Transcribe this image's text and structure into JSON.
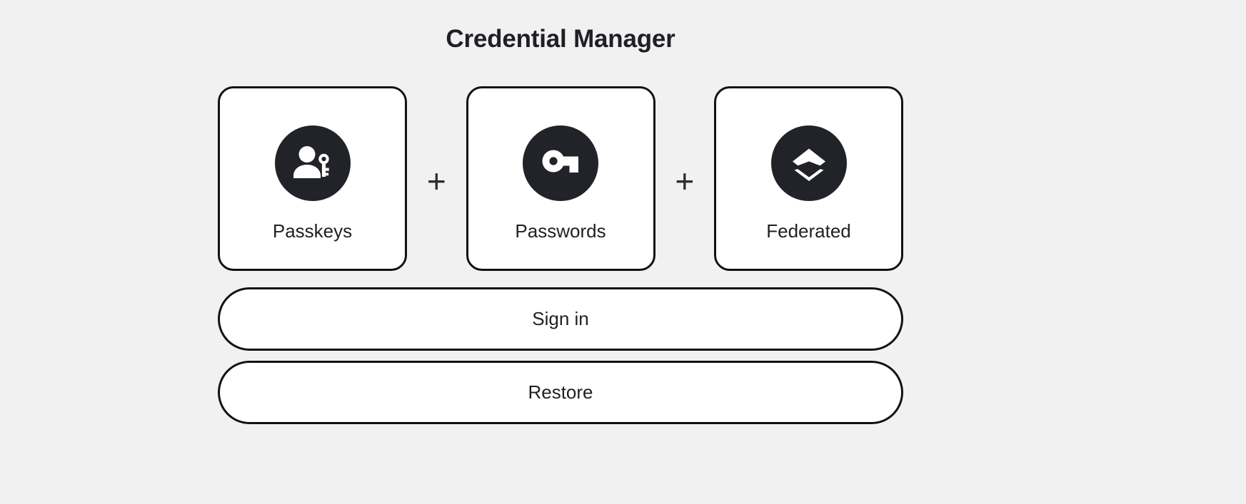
{
  "page": {
    "title": "Credential Manager",
    "background_color": "#f1f1f1",
    "accent_color": "#212328",
    "card_background": "#ffffff",
    "border_color": "#121212"
  },
  "credential_types": [
    {
      "label": "Passkeys",
      "icon": "person-key-icon"
    },
    {
      "label": "Passwords",
      "icon": "key-icon"
    },
    {
      "label": "Federated",
      "icon": "layers-icon"
    }
  ],
  "separators": {
    "plus": "+"
  },
  "actions": [
    {
      "label": "Sign in",
      "name": "sign-in-button"
    },
    {
      "label": "Restore",
      "name": "restore-button"
    }
  ]
}
